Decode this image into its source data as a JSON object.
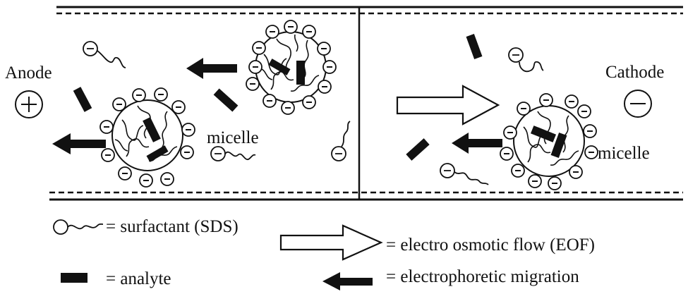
{
  "electrodes": {
    "anode": {
      "label": "Anode",
      "symbol": "+"
    },
    "cathode": {
      "label": "Cathode",
      "symbol": "−"
    }
  },
  "micelle_labels": {
    "left": "micelle",
    "right": "micelle"
  },
  "legend": {
    "surfactant": "= surfactant (SDS)",
    "analyte": "= analyte",
    "eof": "= electro osmotic flow (EOF)",
    "migration": "= electrophoretic migration"
  },
  "colors": {
    "ink": "#111111",
    "background": "#ffffff"
  }
}
